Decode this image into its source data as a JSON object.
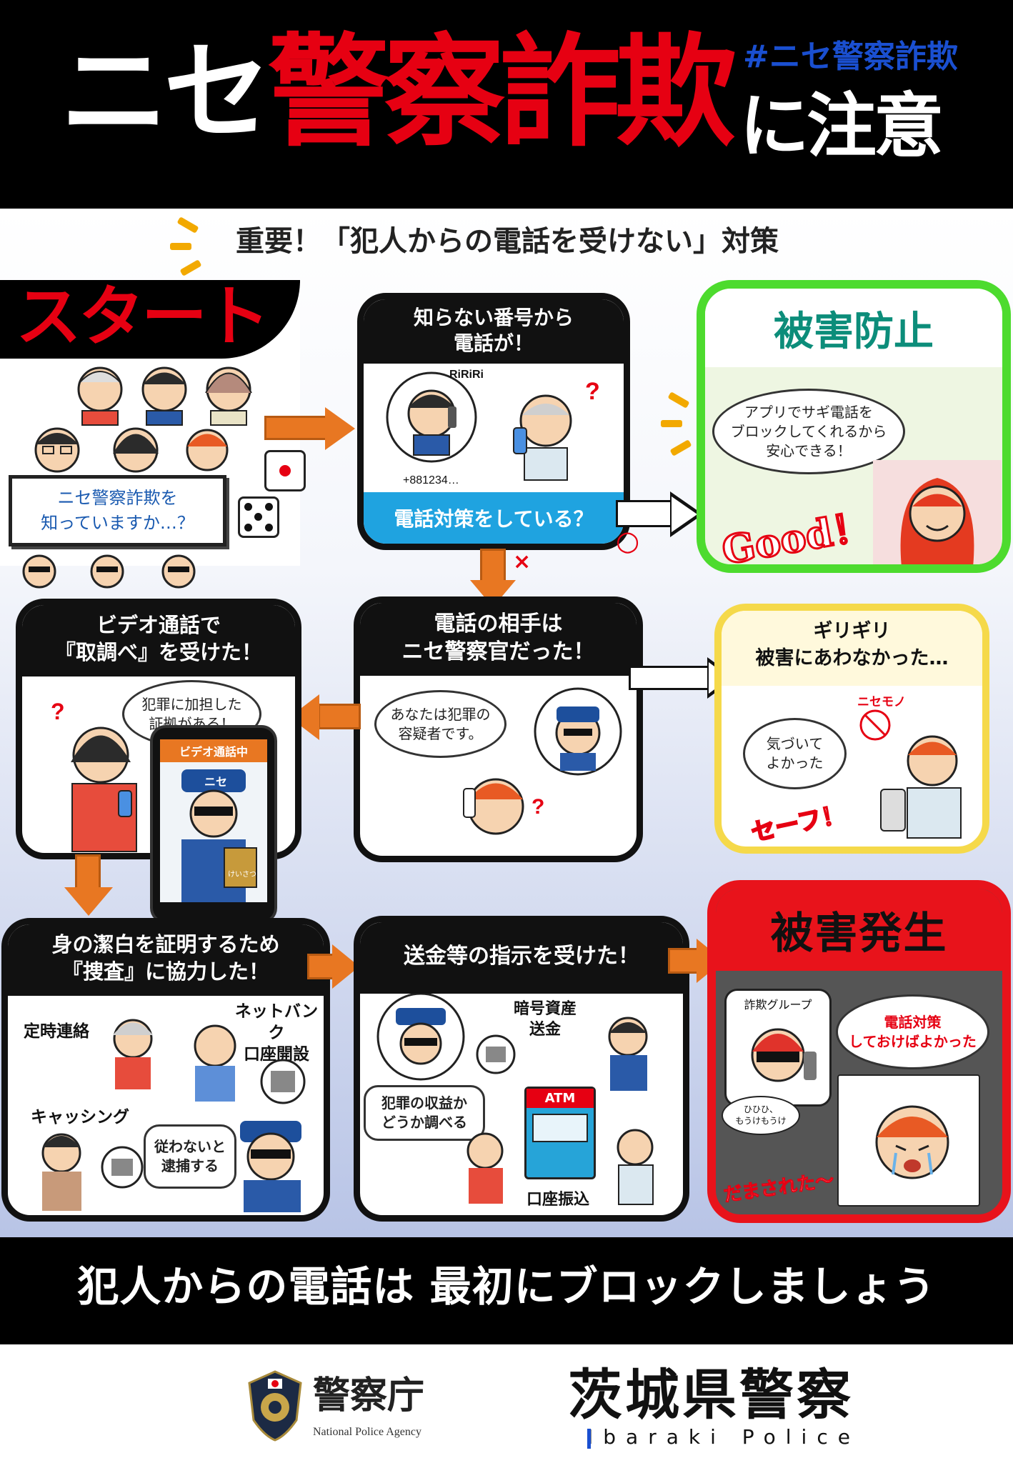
{
  "header": {
    "title_part1": "ニセ",
    "title_part2": "警察詐欺",
    "hashtag": "#ニセ警察詐欺",
    "title_suffix": "に注意"
  },
  "subtitle": "重要！「犯人からの電話を受けない」対策",
  "start_panel": {
    "label": "スタート",
    "question": "ニセ警察詐欺を\n知っていますか…？"
  },
  "step1": {
    "title": "知らない番号から\n電話が！",
    "ring_text": "RiRiRi",
    "caller_number": "+881234…",
    "question": "電話対策をしている？",
    "yes_mark": "○",
    "no_mark": "×"
  },
  "prevented": {
    "title": "被害防止",
    "bubble": "アプリでサギ電話を\nブロックしてくれるから\n安心できる！",
    "good": "Good！"
  },
  "step2": {
    "title": "電話の相手は\nニセ警察官だった！",
    "bubble": "あなたは犯罪の\n容疑者です。"
  },
  "narrow_escape": {
    "title": "ギリギリ\n被害にあわなかった…",
    "fake_label": "ニセモノ",
    "bubble": "気づいて\nよかった",
    "safe": "セーフ！"
  },
  "step3": {
    "title": "ビデオ通話で\n『取調べ』を受けた！",
    "bubble": "犯罪に加担した\n証拠がある！",
    "phone_screen": "ビデオ通話中",
    "cap_label": "ニセ",
    "badge_text": "けいさつ\nてちょう"
  },
  "step4": {
    "title": "身の潔白を証明するため\n『捜査』に協力した！",
    "label1": "定時連絡",
    "label2": "ネットバンク\n口座開設",
    "label3": "キャッシング",
    "bubble": "従わないと\n逮捕する"
  },
  "step5": {
    "title": "送金等の指示を受けた！",
    "label1": "暗号資産\n送金",
    "bubble": "犯罪の収益か\nどうか調べる",
    "atm": "ATM",
    "label2": "口座振込"
  },
  "damage": {
    "title": "被害発生",
    "group_label": "詐欺グループ",
    "laugh": "ひひひ、\nもうけもうけ",
    "regret": "電話対策\nしておけばよかった",
    "deceived": "だまされた〜"
  },
  "footer": {
    "message": "犯人からの電話は 最初にブロックしましょう"
  },
  "logos": {
    "npa_name": "警察庁",
    "npa_english": "National Police Agency",
    "ibaraki_name": "茨城県警察",
    "ibaraki_english": "Ibaraki Police"
  },
  "colors": {
    "accent_red": "#e60012",
    "hashtag_blue": "#1a4fd0",
    "prevent_green": "#4ddb2e",
    "escape_yellow": "#f5d94a",
    "damage_red": "#e8131b",
    "arrow_orange": "#e87722"
  }
}
